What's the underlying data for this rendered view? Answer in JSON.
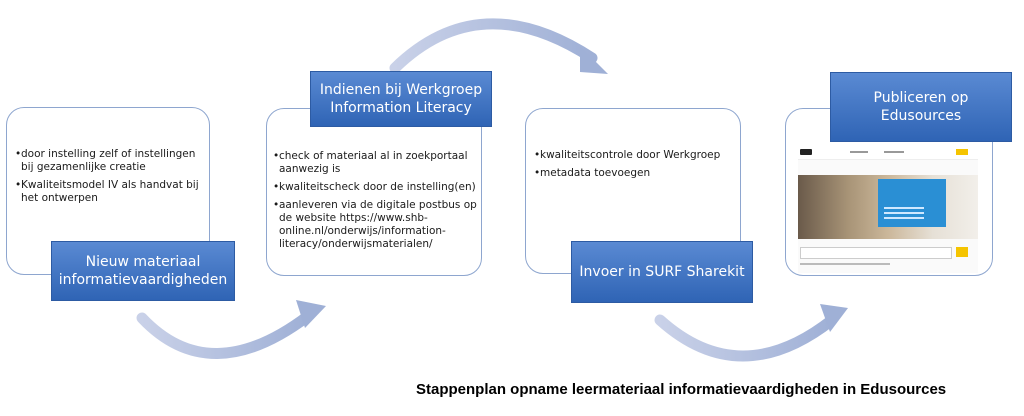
{
  "caption": "Stappenplan opname leermateriaal informatievaardigheden in Edusources",
  "steps": [
    {
      "title": "Nieuw materiaal informatievaardigheden",
      "bullets": [
        "door instelling zelf of instellingen bij gezamenlijke creatie",
        "Kwaliteitsmodel IV als handvat bij het ontwerpen"
      ]
    },
    {
      "title": "Indienen bij Werkgroep Information Literacy",
      "bullets": [
        "check of materiaal al in zoekportaal aanwezig is",
        "kwaliteitscheck door de instelling(en)",
        "aanleveren via de digitale postbus op de website https://www.shb-online.nl/onderwijs/information-literacy/onderwijsmaterialen/"
      ]
    },
    {
      "title": "Invoer in SURF Sharekit",
      "bullets": [
        "kwaliteitscontrole door Werkgroep",
        "metadata toevoegen"
      ]
    },
    {
      "title": "Publiceren op Edusources",
      "bullets": []
    }
  ],
  "colors": {
    "label_fill": "#3b6fc0",
    "card_border": "#8ea6cf",
    "arrow": "#b4c0de"
  }
}
